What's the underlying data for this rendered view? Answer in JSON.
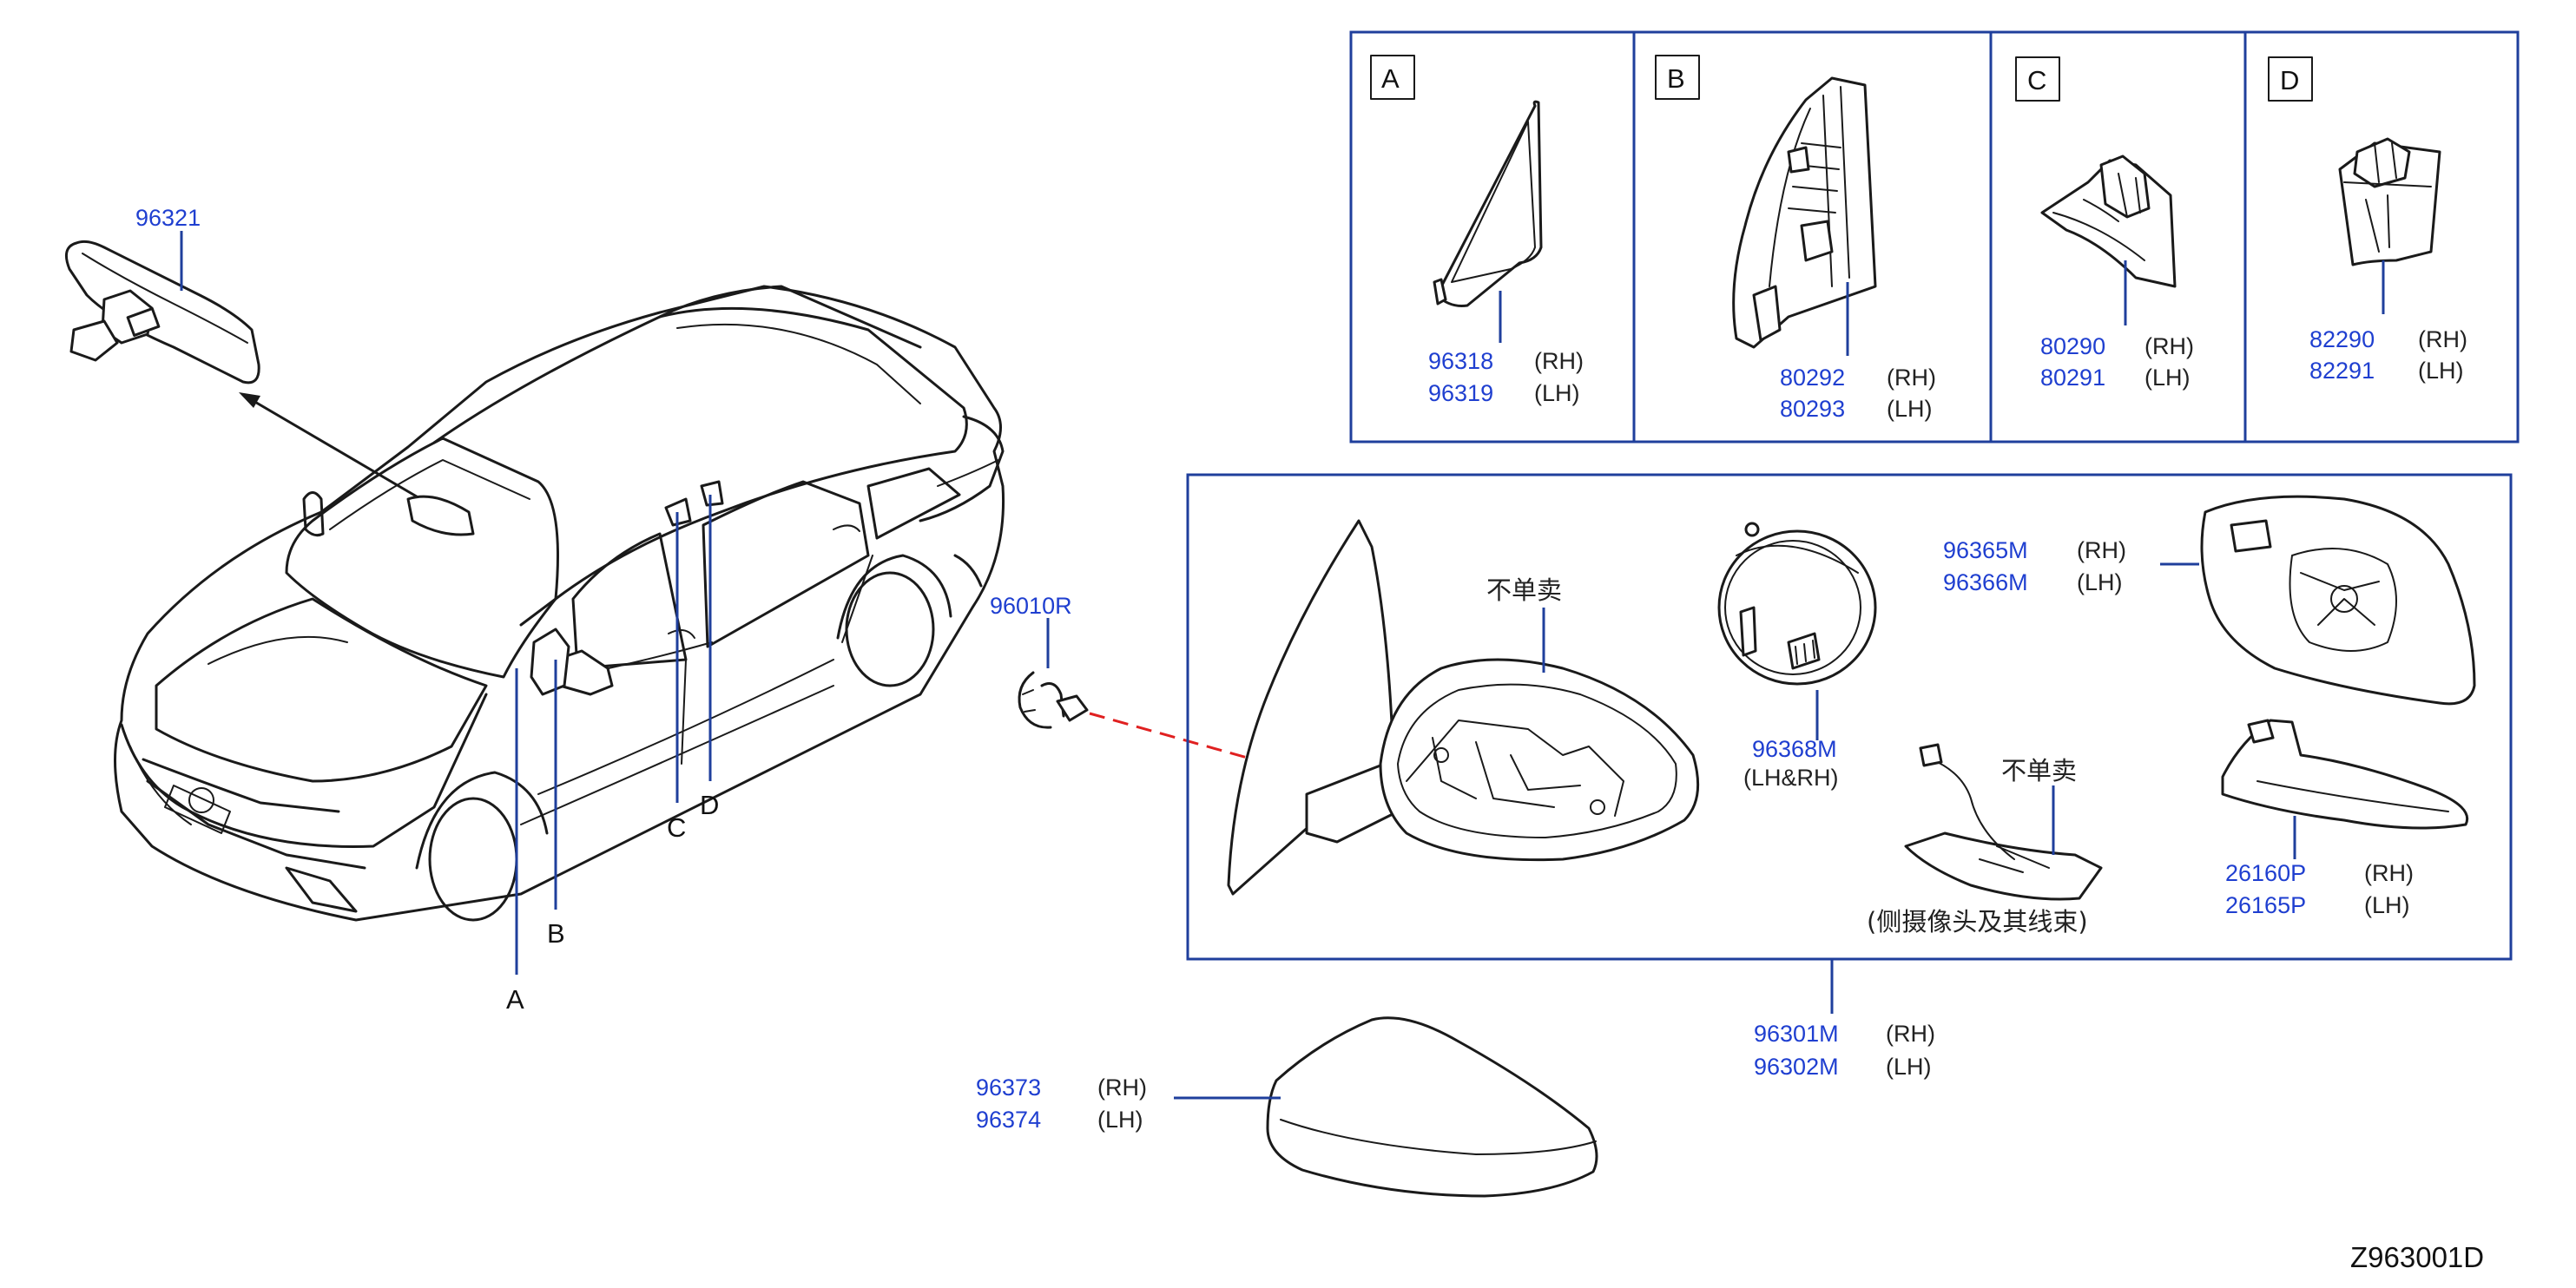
{
  "diagram_code": "Z963001D",
  "notes": {
    "not_sold_separately": "不单卖",
    "camera_harness": "(侧摄像头及其线束)"
  },
  "locators": {
    "a": "A",
    "b": "B",
    "c": "C",
    "d": "D"
  },
  "detail_boxes": [
    {
      "letter": "A",
      "parts": [
        {
          "number": "96318",
          "side": "(RH)"
        },
        {
          "number": "96319",
          "side": "(LH)"
        }
      ]
    },
    {
      "letter": "B",
      "parts": [
        {
          "number": "80292",
          "side": "(RH)"
        },
        {
          "number": "80293",
          "side": "(LH)"
        }
      ]
    },
    {
      "letter": "C",
      "parts": [
        {
          "number": "80290",
          "side": "(RH)"
        },
        {
          "number": "80291",
          "side": "(LH)"
        }
      ]
    },
    {
      "letter": "D",
      "parts": [
        {
          "number": "82290",
          "side": "(RH)"
        },
        {
          "number": "82291",
          "side": "(LH)"
        }
      ]
    }
  ],
  "parts": {
    "inside_mirror": "96321",
    "clip": "96010R",
    "actuator": {
      "number": "96368M",
      "side": "(LH&RH)"
    },
    "mirror_glass": [
      {
        "number": "96365M",
        "side": "(RH)"
      },
      {
        "number": "96366M",
        "side": "(LH)"
      }
    ],
    "turn_lamp": [
      {
        "number": "26160P",
        "side": "(RH)"
      },
      {
        "number": "26165P",
        "side": "(LH)"
      }
    ],
    "mirror_assembly": [
      {
        "number": "96301M",
        "side": "(RH)"
      },
      {
        "number": "96302M",
        "side": "(LH)"
      }
    ],
    "mirror_cover": [
      {
        "number": "96373",
        "side": "(RH)"
      },
      {
        "number": "96374",
        "side": "(LH)"
      }
    ]
  }
}
